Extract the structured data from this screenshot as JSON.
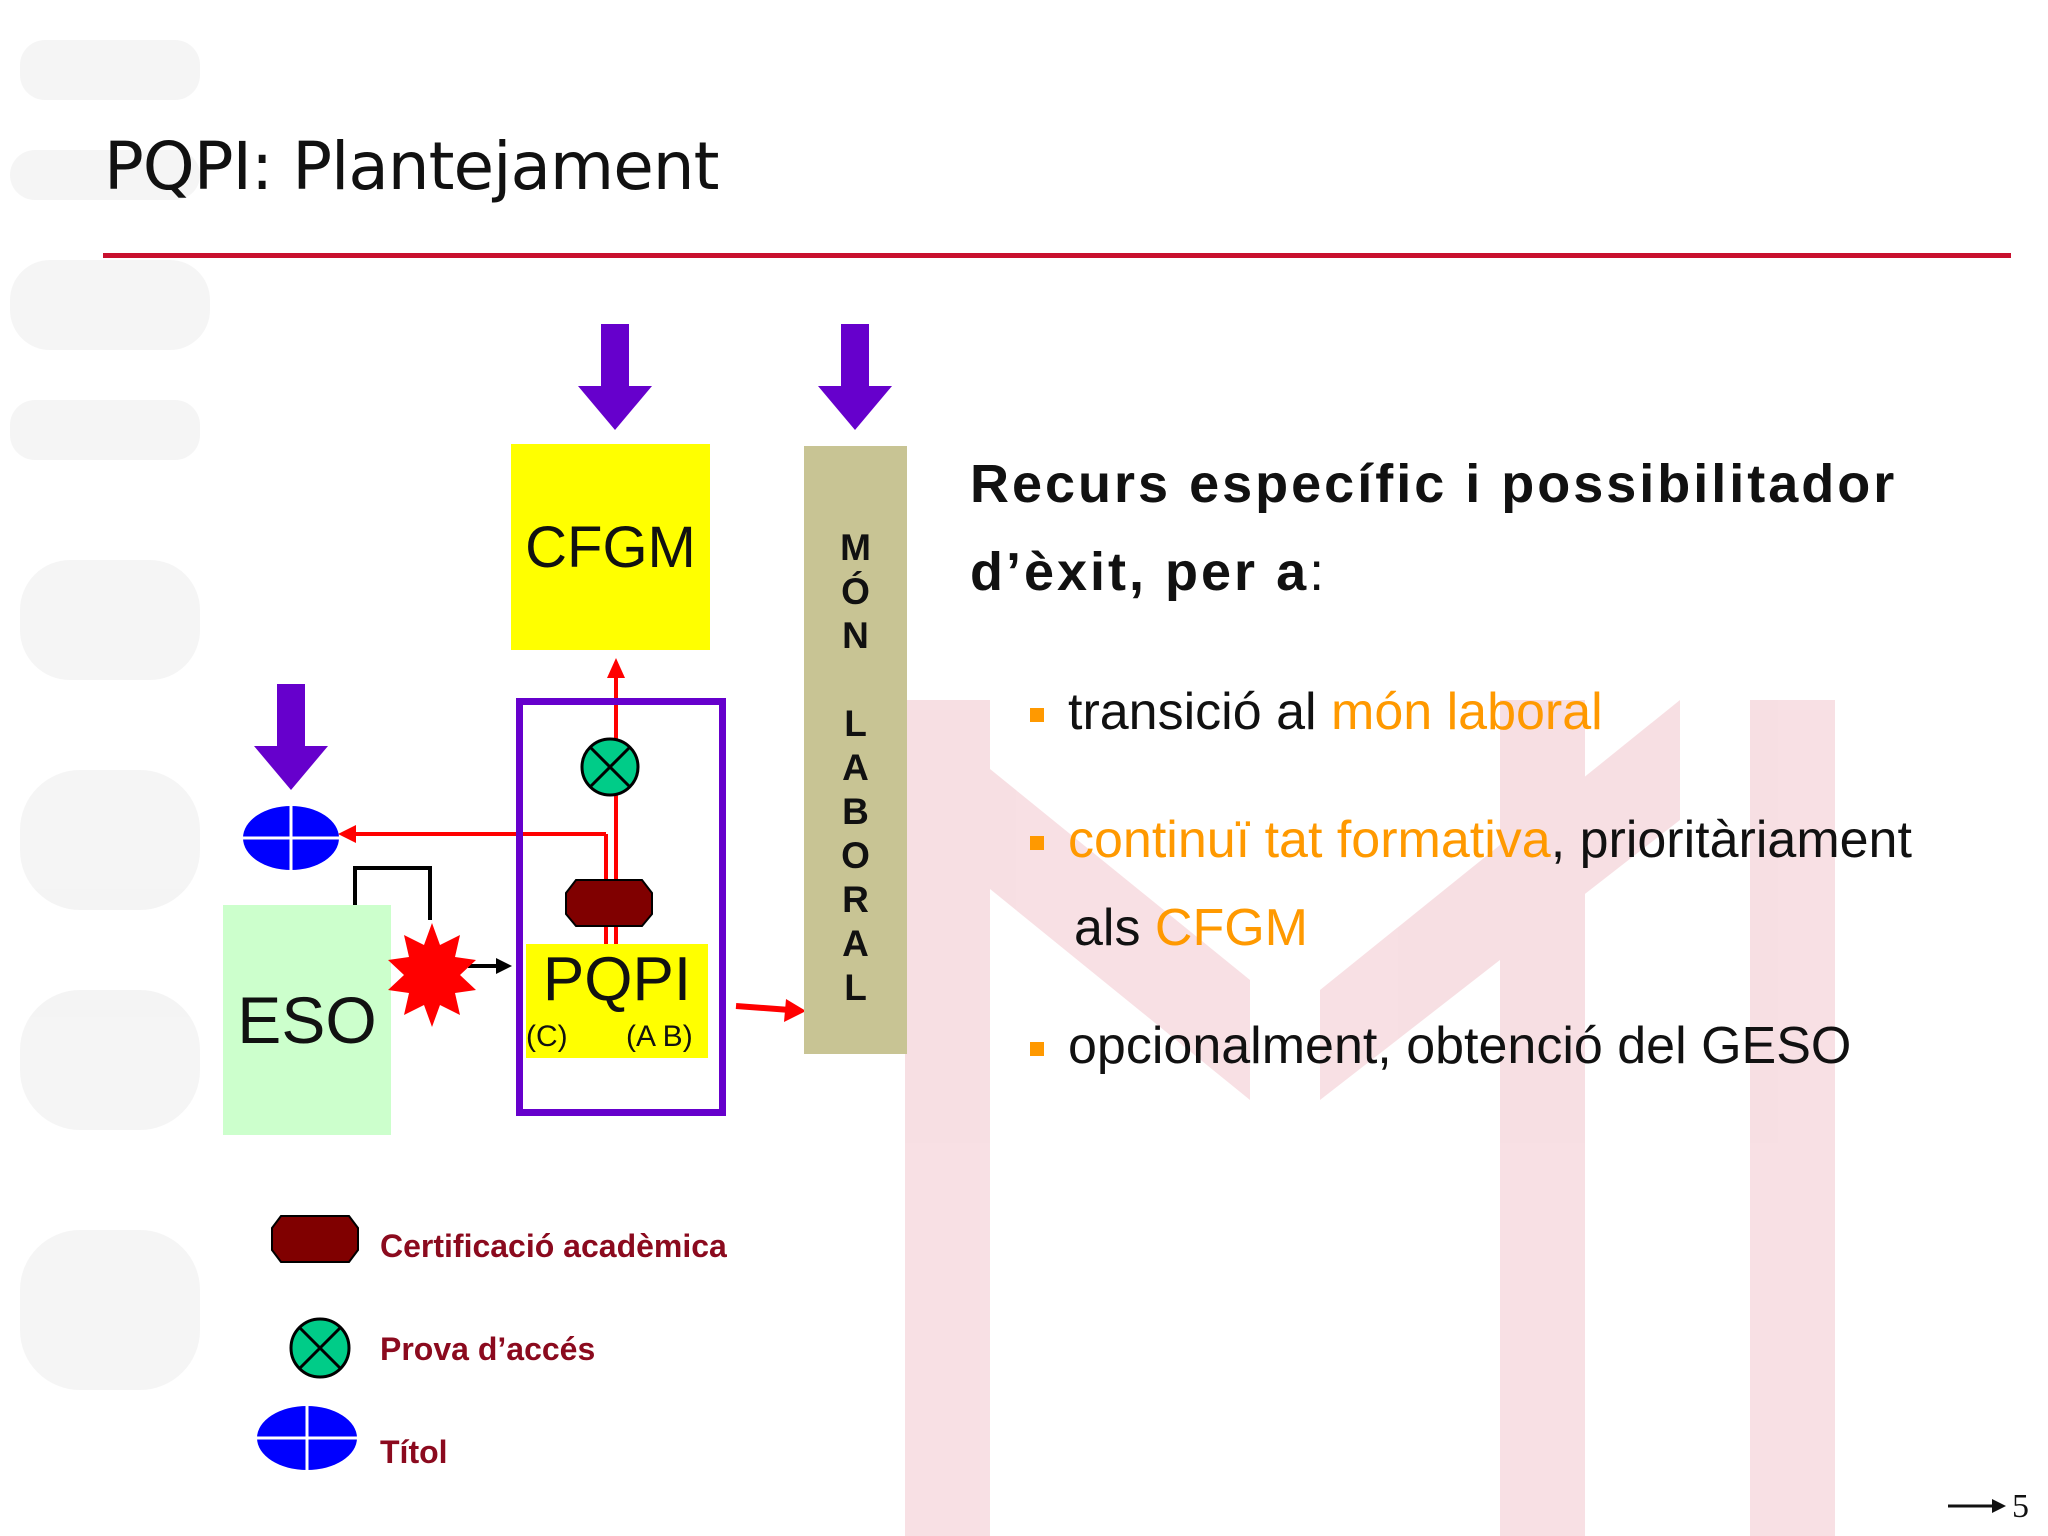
{
  "slide": {
    "title": "PQPI: Plantejament",
    "page_number": "5",
    "colors": {
      "title_rule": "#c8102e",
      "highlight": "#ff9900",
      "legend_text": "#8b0a1e",
      "arrow_purple": "#6600cc",
      "arrow_red": "#ff0000"
    }
  },
  "diagram": {
    "cfgm": "CFGM",
    "eso": "ESO",
    "pqpi": "PQPI",
    "pqpi_sub_left": "(C)",
    "pqpi_sub_right": "(A B)",
    "mon_laboral": "M\nÓ\nN\n\nL\nA\nB\nO\nR\nA\nL"
  },
  "content": {
    "heading_line1": "Recurs específic i possibilitador",
    "heading_line2_bold": "d’èxit, per a",
    "heading_line2_tail": ":",
    "bullets": [
      {
        "pre": "transició  al ",
        "hl": "món laboral",
        "post": ""
      },
      {
        "pre": "",
        "hl": "continuï  tat formativa",
        "post": ", prioritàriament"
      },
      {
        "pre": "opcionalment, obtenció  del GESO",
        "hl": "",
        "post": ""
      }
    ],
    "bullet2_line2_pre": "als ",
    "bullet2_line2_hl": "CFGM"
  },
  "legend": {
    "certificacio": "Certificació acadèmica",
    "prova": "Prova d’accés",
    "titol": "Títol"
  }
}
